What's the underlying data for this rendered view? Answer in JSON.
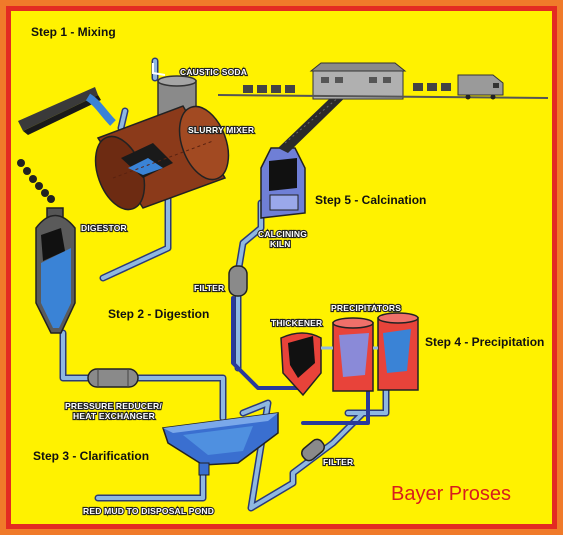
{
  "diagram": {
    "steps": {
      "mixing": "Step 1 - Mixing",
      "digestion": "Step 2 - Digestion",
      "clarification": "Step 3 - Clarification",
      "precipitation": "Step 4 - Precipitation",
      "calcination": "Step 5 - Calcination"
    },
    "labels": {
      "caustic_soda": "CAUSTIC SODA",
      "slurry_mixer": "SLURRY MIXER",
      "digestor": "DIGESTOR",
      "pressure_reducer": "PRESSURE REDUCER/",
      "heat_exchanger": "HEAT EXCHANGER",
      "red_mud": "RED MUD TO DISPOSAL POND",
      "filter_top": "FILTER",
      "filter_bottom": "FILTER",
      "calcining": "CALCINING",
      "kiln": "KILN",
      "thickener": "THICKENER",
      "precipitators": "PRECIPITATORS"
    },
    "watermark": "Bayer Proses"
  },
  "colors": {
    "background": "#fff200",
    "frame_outer": "#f07a2a",
    "frame_inner": "#e32b22",
    "pipe": "#8fb8e0",
    "liquid": "#3a83d6",
    "mixer": "#8b3a1a",
    "kiln": "#6f7fd6",
    "precipitator": "#e8433a",
    "watermark": "#d81d1d"
  }
}
